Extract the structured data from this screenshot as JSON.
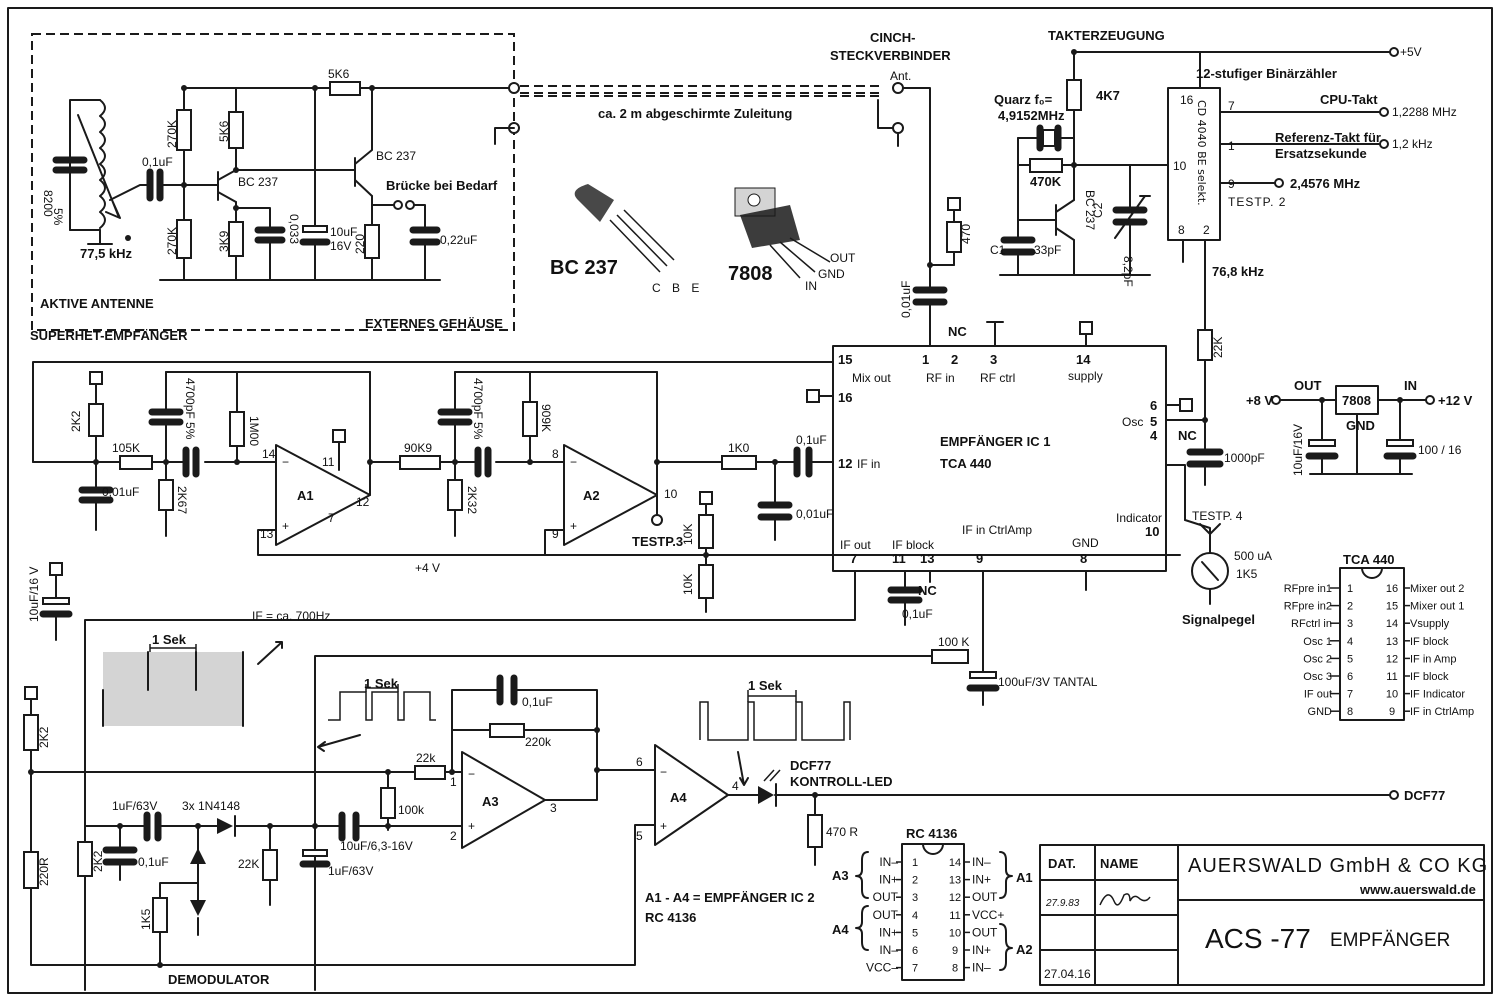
{
  "title_block": {
    "company": "AUERSWALD GmbH & CO KG",
    "website": "www.auerswald.de",
    "product_main": "ACS -77",
    "product_sub": "EMPFÄNGER",
    "col_date": "DAT.",
    "col_name": "NAME",
    "date_signed": "27.9.83",
    "date_revised": "27.04.16"
  },
  "sections": {
    "active_antenna": "AKTIVE ANTENNE",
    "superhet": "SUPERHET-EMPFÄNGER",
    "external_housing": "EXTERNES GEHÄUSE",
    "cinch_1": "CINCH-",
    "cinch_2": "STECKVERBINDER",
    "clock_gen": "TAKTERZEUGUNG",
    "shielded_lead": "ca. 2 m abgeschirmte Zuleitung",
    "demodulator": "DEMODULATOR",
    "ic2_note_1": "A1 - A4 = EMPFÄNGER IC 2",
    "ic2_note_2": "RC 4136",
    "freq_775": "77,5 kHz",
    "freq_768": "76,8 kHz",
    "if_note": "IF = ca. 700Hz",
    "bridge": "Brücke bei Bedarf",
    "plus4v": "+4 V"
  },
  "components": {
    "bc237_pkg": "BC 237",
    "bc237_pins": "C B E",
    "reg_pkg": "7808",
    "reg_out": "OUT",
    "reg_gnd": "GND",
    "reg_in": "IN",
    "c8200": "8200",
    "c8200_tol": "5%",
    "c_01uf_ant": "0,1uF",
    "r270k_a": "270K",
    "r270k_b": "270K",
    "r5k6_v": "5K6",
    "r5k6_h": "5K6",
    "r3k9": "3K9",
    "c0033": "0,033",
    "q1": "BC 237",
    "q2": "BC 237",
    "c10uf": "10uF",
    "c10uf_v": "16V",
    "r220": "220",
    "c022": "0,22uF",
    "ant": "Ant.",
    "r470_top": "470",
    "c001_rf": "0,01uF",
    "r4k7": "4K7",
    "quarz_1": "Quarz f₀=",
    "quarz_2": "4,9152MHz",
    "r470k": "470K",
    "q3": "BC 237",
    "c1": "C1",
    "c1v": "33pF",
    "c2": "C2",
    "c2v": "8,2pF",
    "counter_title": "12-stufiger Binärzähler",
    "counter_ic": "CD 4040 BE selekt.",
    "cpu_clock": "CPU-Takt",
    "ref_clock_1": "Referenz-Takt für",
    "ref_clock_2": "Ersatzsekunde",
    "f_cpu": "1,2288 MHz",
    "f_ref": "1,2 kHz",
    "f_test": "2,4576 MHz",
    "testp2": "TESTP. 2",
    "plus5v": "+5V",
    "r22k": "22K",
    "c1000pf": "1000pF",
    "r2k2_l": "2K2",
    "r105k": "105K",
    "c001_l": "0,01uF",
    "c4700_a": "4700pF 5%",
    "r2k67": "2K67",
    "r1m": "1M00",
    "r90k9": "90K9",
    "c4700_b": "4700pF 5%",
    "r2k32": "2K32",
    "r909k": "909K",
    "r1k0": "1K0",
    "c01_if": "0,1uF",
    "c001_if": "0,01uF",
    "testp3": "TESTP.3",
    "r10k_a": "10K",
    "r10k_b": "10K",
    "a1": "A1",
    "a2": "A2",
    "a3": "A3",
    "a4": "A4",
    "ic1_name_1": "EMPFÄNGER IC 1",
    "ic1_name_2": "TCA 440",
    "testp4": "TESTP. 4",
    "meter_1": "500 uA",
    "meter_2": "1K5",
    "signal_level": "Signalpegel",
    "c01_block": "0,1uF",
    "nc": "NC",
    "r100k_h": "100 K",
    "c100uf": "100uF/3V  TANTAL",
    "c10uf16v": "10uF/16 V",
    "r2k2_dem": "2K2",
    "r220r": "220R",
    "r2k2_dem2": "2K2",
    "c1uf63": "1uF/63V",
    "diodes": "3x 1N4148",
    "c01_dem": "0,1uF",
    "r1k5": "1K5",
    "r22k_dem": "22K",
    "c1uf63b": "1uF/63V",
    "c10uf63": "10uF/6,3-16V",
    "r100k_dem": "100k",
    "r22k_a3": "22k",
    "c01_a3": "0,1uF",
    "r220k_a3": "220k",
    "sek1": "1 Sek",
    "sek2": "1 Sek",
    "sek3": "1 Sek",
    "led_1": "DCF77",
    "led_2": "KONTROLL-LED",
    "r470r": "470 R",
    "dcf77": "DCF77",
    "reg_7808": "7808",
    "reg_out2": "OUT",
    "reg_in2": "IN",
    "reg_gnd2": "GND",
    "plus8v": "+8 V",
    "plus12v": "+12 V",
    "c10uf16v_b": "10uF/16V",
    "c100_16": "100 / 16"
  },
  "tca440_pins": [
    {
      "num": "15",
      "label": "Mix out"
    },
    {
      "num": "1",
      "label": "RF in"
    },
    {
      "num": "2",
      "label": ""
    },
    {
      "num": "3",
      "label": "RF ctrl"
    },
    {
      "num": "14",
      "label": "supply"
    },
    {
      "num": "16",
      "label": ""
    },
    {
      "num": "6",
      "label": ""
    },
    {
      "num": "5",
      "label": "Osc"
    },
    {
      "num": "4",
      "label": ""
    },
    {
      "num": "12",
      "label": "IF in"
    },
    {
      "num": "7",
      "label": "IF out"
    },
    {
      "num": "11",
      "label": "IF block"
    },
    {
      "num": "13",
      "label": ""
    },
    {
      "num": "9",
      "label": "IF in CtrlAmp"
    },
    {
      "num": "8",
      "label": "GND"
    },
    {
      "num": "10",
      "label": "Indicator"
    }
  ],
  "tca440_pinout": {
    "title": "TCA 440",
    "left": [
      "RFpre in1",
      "RFpre in2",
      "RFctrl in",
      "Osc 1",
      "Osc 2",
      "Osc 3",
      "IF out",
      "GND"
    ],
    "right": [
      "Mixer out 2",
      "Mixer out 1",
      "Vsupply",
      "IF block",
      "IF in Amp",
      "IF block",
      "IF Indicator",
      "IF in CtrlAmp"
    ]
  },
  "rc4136_pinout": {
    "title": "RC 4136",
    "left": [
      "IN–",
      "IN+",
      "OUT",
      "OUT",
      "IN+",
      "IN–",
      "VCC–"
    ],
    "right": [
      "IN–",
      "IN+",
      "OUT",
      "VCC+",
      "OUT",
      "IN+",
      "IN–"
    ],
    "groups": [
      "A3",
      "A4",
      "A1",
      "A2"
    ]
  }
}
